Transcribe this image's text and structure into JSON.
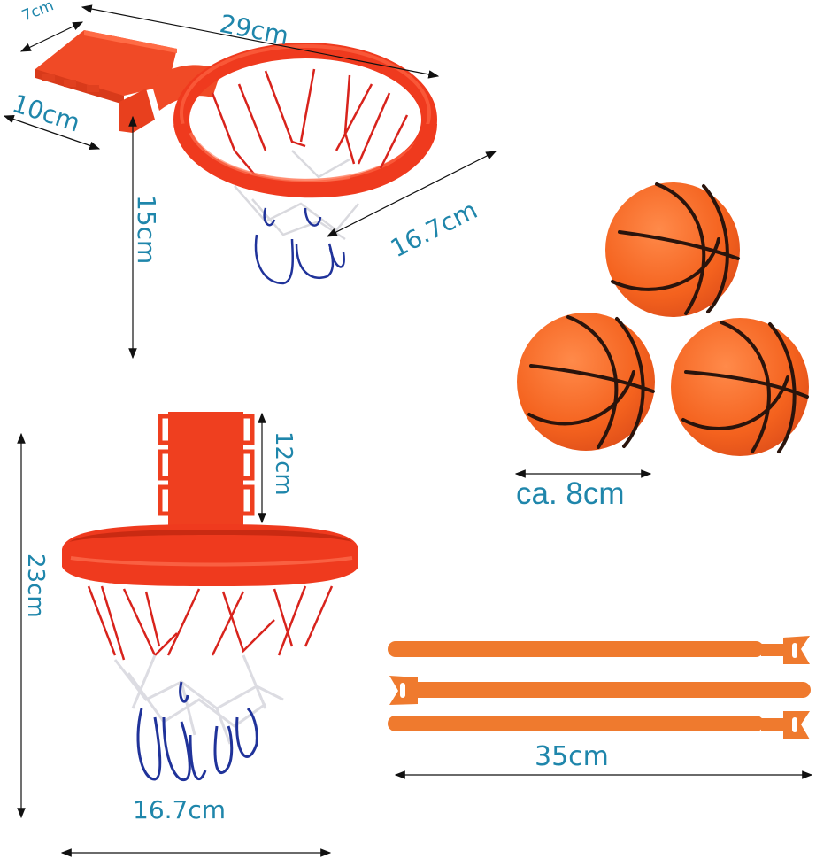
{
  "product": {
    "type": "bathtub basketball hoop set",
    "accent_color": "#1f86ab",
    "rim_color": "#ef3a1e",
    "ball_color": "#f26a22",
    "strap_color": "#ef7a2e"
  },
  "items": {
    "hoop_top_view": {
      "name": "Hoop with bracket (angled view)",
      "dimensions": {
        "depth": "7cm",
        "length": "29cm",
        "bracket_width": "10cm",
        "height": "15cm",
        "rim_diameter": "16.7cm"
      }
    },
    "balls": {
      "name": "Mini basketballs",
      "count": 3,
      "dimensions": {
        "diameter": "ca. 8cm"
      }
    },
    "hoop_front_view": {
      "name": "Hoop with backboard (front view)",
      "dimensions": {
        "backboard_height": "12cm",
        "total_height": "23cm",
        "rim_diameter": "16.7cm"
      }
    },
    "straps": {
      "name": "Hook-and-loop straps",
      "count": 3,
      "dimensions": {
        "length": "35cm"
      }
    }
  }
}
